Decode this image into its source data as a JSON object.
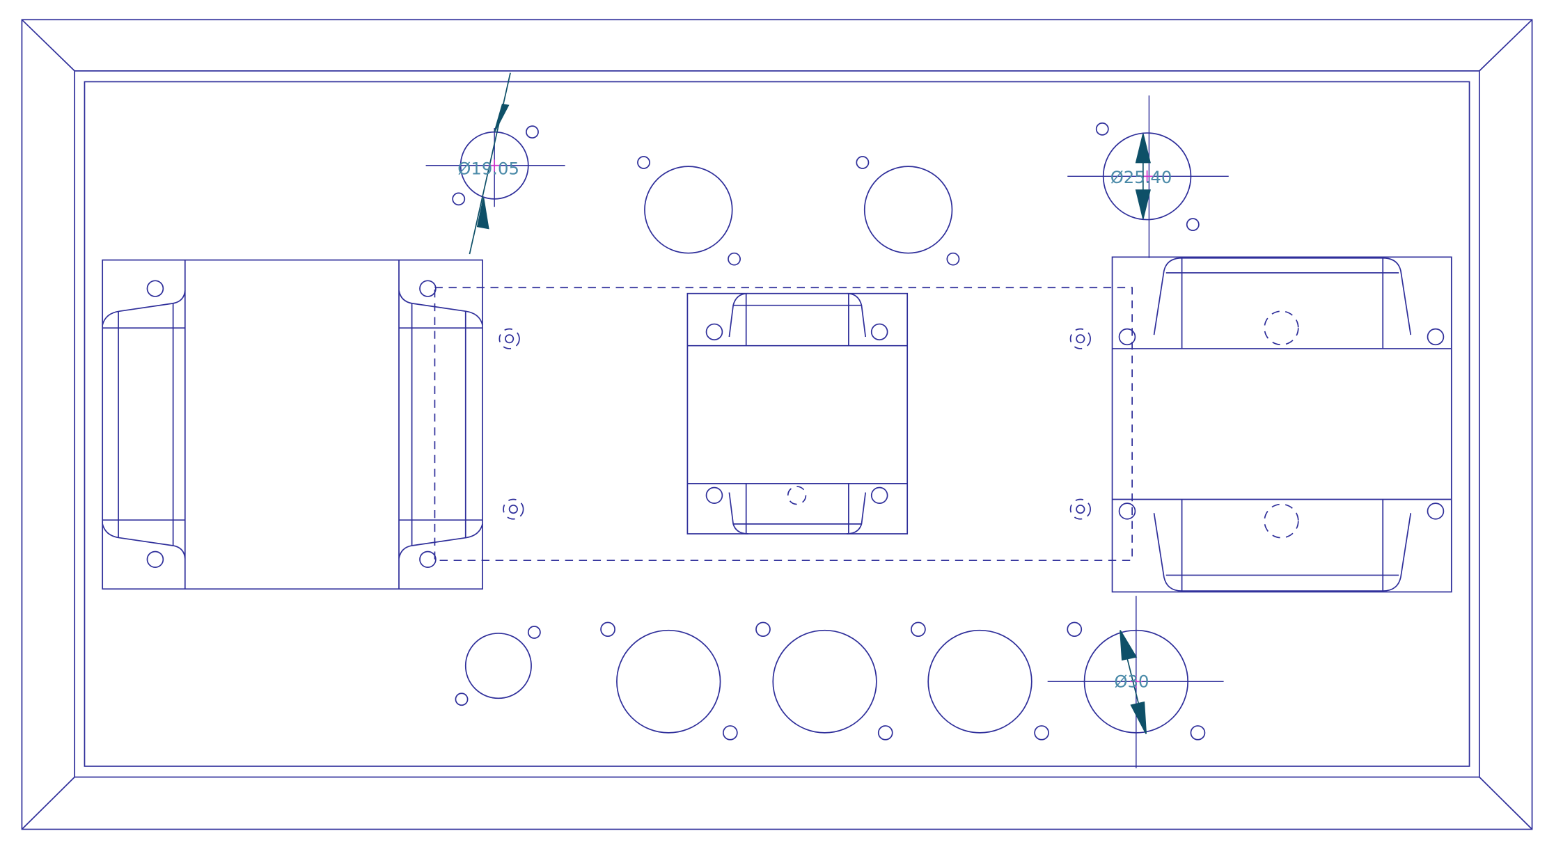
{
  "colors": {
    "line": "#2e2e9a",
    "dimension": "#0e5068",
    "dimension_text": "#4a8aa8",
    "center_mark": "#cc33cc",
    "background": "#ffffff"
  },
  "dimensions": {
    "hole_a": "Ø19.05",
    "hole_b": "Ø25.40",
    "hole_c": "Ø30"
  }
}
